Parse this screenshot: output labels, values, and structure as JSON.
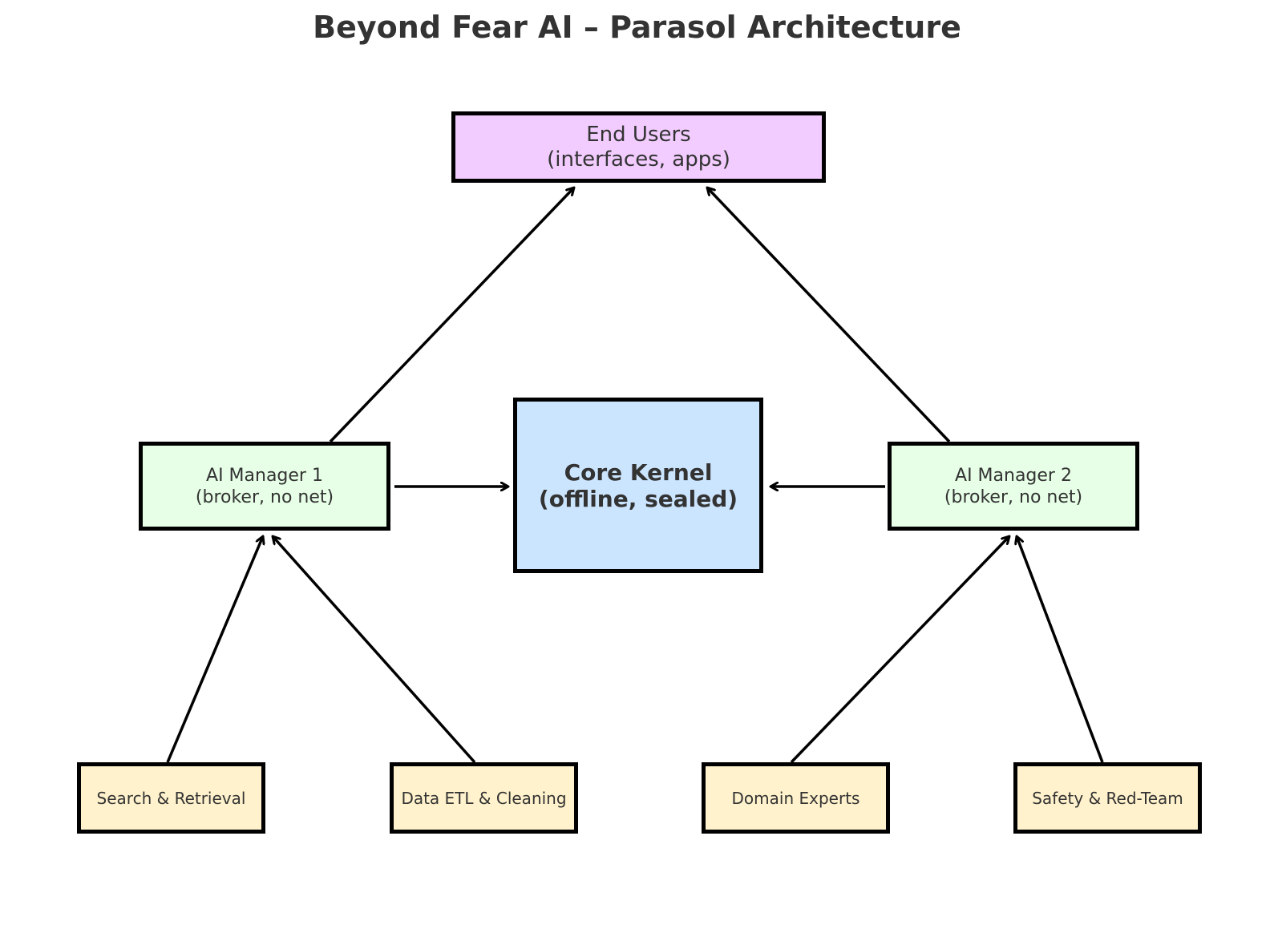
{
  "title": "Beyond Fear AI – Parasol Architecture",
  "nodes": {
    "end_users": {
      "line1": "End Users",
      "line2": "(interfaces, apps)",
      "fill": "#f2ccff"
    },
    "core_kernel": {
      "line1": "Core Kernel",
      "line2": "(offline, sealed)",
      "fill": "#cce5ff"
    },
    "ai_manager_1": {
      "line1": "AI Manager 1",
      "line2": "(broker, no net)",
      "fill": "#e6ffe6"
    },
    "ai_manager_2": {
      "line1": "AI Manager 2",
      "line2": "(broker, no net)",
      "fill": "#e6ffe6"
    },
    "search_retrieval": {
      "label": "Search & Retrieval",
      "fill": "#fff2cc"
    },
    "data_etl": {
      "label": "Data ETL & Cleaning",
      "fill": "#fff2cc"
    },
    "domain_experts": {
      "label": "Domain Experts",
      "fill": "#fff2cc"
    },
    "safety_red_team": {
      "label": "Safety & Red-Team",
      "fill": "#fff2cc"
    }
  },
  "edges": [
    {
      "from": "search_retrieval",
      "to": "ai_manager_1"
    },
    {
      "from": "data_etl",
      "to": "ai_manager_1"
    },
    {
      "from": "domain_experts",
      "to": "ai_manager_2"
    },
    {
      "from": "safety_red_team",
      "to": "ai_manager_2"
    },
    {
      "from": "ai_manager_1",
      "to": "core_kernel"
    },
    {
      "from": "ai_manager_2",
      "to": "core_kernel"
    },
    {
      "from": "ai_manager_1",
      "to": "end_users"
    },
    {
      "from": "ai_manager_2",
      "to": "end_users"
    }
  ],
  "colors": {
    "border": "#000000",
    "text": "#333333",
    "arrow": "#000000"
  }
}
